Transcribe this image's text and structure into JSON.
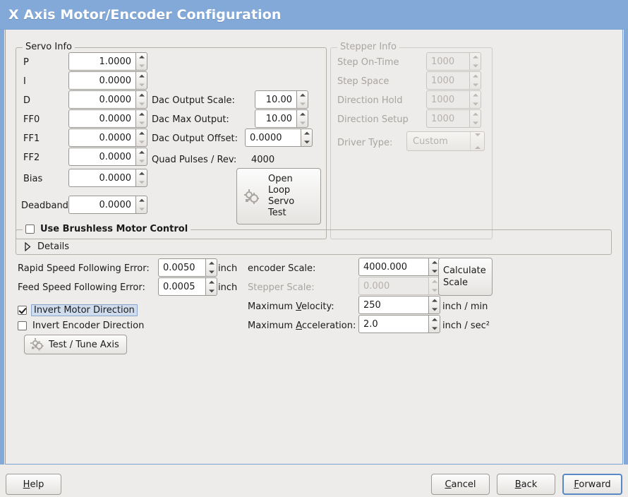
{
  "window": {
    "title": "X Axis Motor/Encoder Configuration",
    "title_bar_color": "#82a9d8",
    "background_color": "#edecea"
  },
  "servo_info": {
    "legend": "Servo Info",
    "rows": [
      {
        "label": "P",
        "value": "1.0000"
      },
      {
        "label": "I",
        "value": "0.0000"
      },
      {
        "label": "D",
        "value": "0.0000"
      },
      {
        "label": "FF0",
        "value": "0.0000"
      },
      {
        "label": "FF1",
        "value": "0.0000"
      },
      {
        "label": "FF2",
        "value": "0.0000"
      },
      {
        "label": "Bias",
        "value": "0.0000"
      },
      {
        "label": "Deadband",
        "value": "0.0000"
      }
    ],
    "dac": [
      {
        "label": "Dac Output Scale:",
        "value": "10.00"
      },
      {
        "label": "Dac Max Output:",
        "value": "10.00"
      },
      {
        "label": "Dac Output Offset:",
        "value": "0.0000"
      }
    ],
    "quad_pulses_label": "Quad Pulses / Rev:",
    "quad_pulses_value": "4000",
    "open_loop_button": "Open\nLoop\nServo\nTest",
    "open_loop_lines": [
      "Open",
      "Loop",
      "Servo",
      "Test"
    ]
  },
  "stepper_info": {
    "legend": "Stepper Info",
    "disabled": true,
    "rows": [
      {
        "label": "Step On-Time",
        "value": "1000"
      },
      {
        "label": "Step Space",
        "value": "1000"
      },
      {
        "label": "Direction Hold",
        "value": "1000"
      },
      {
        "label": "Direction Setup",
        "value": "1000"
      }
    ],
    "driver_type_label": "Driver Type:",
    "driver_type_value": "Custom"
  },
  "brushless": {
    "checkbox_label": "Use Brushless Motor Control",
    "checked": false,
    "details_label": "Details",
    "details_expanded": false
  },
  "following_error": {
    "rapid_label": "Rapid Speed Following Error:",
    "rapid_value": "0.0050",
    "rapid_units": "inch",
    "feed_label": "Feed Speed Following Error:",
    "feed_value": "0.0005",
    "feed_units": "inch"
  },
  "invert": {
    "motor_label": "Invert Motor Direction",
    "motor_checked": true,
    "motor_focused": true,
    "encoder_label": "Invert Encoder Direction",
    "encoder_checked": false
  },
  "test_tune_button": "Test / Tune Axis",
  "scale": {
    "encoder_label": "encoder Scale:",
    "encoder_value": "4000.000",
    "stepper_label": "Stepper Scale:",
    "stepper_value": "0.000",
    "stepper_disabled": true,
    "calculate_button_lines": [
      "Calculate",
      "Scale"
    ],
    "max_velocity_label": "Maximum Velocity:",
    "max_velocity_mnemonic": "V",
    "max_velocity_value": "250",
    "max_velocity_units": "inch / min",
    "max_accel_label": "Maximum Acceleration:",
    "max_accel_mnemonic": "A",
    "max_accel_value": "2.0",
    "max_accel_units": "inch / sec²"
  },
  "footer": {
    "help": "Help",
    "help_mnemonic": "H",
    "cancel": "Cancel",
    "cancel_mnemonic": "C",
    "back": "Back",
    "back_mnemonic": "B",
    "forward": "Forward",
    "forward_mnemonic": "F",
    "focused_button": "Forward"
  }
}
